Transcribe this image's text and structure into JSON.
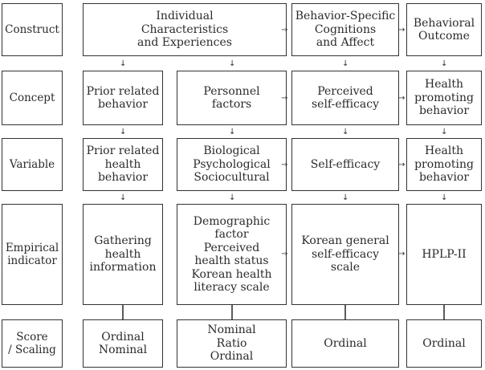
{
  "rows": {
    "construct": "Construct",
    "concept": "Concept",
    "variable": "Variable",
    "empirical": "Empirical\nindicator",
    "score": "Score\n/ Scaling"
  },
  "construct": {
    "individual": "Individual\nCharacteristics\nand Experiences",
    "cognition": "Behavior-Specific\nCognitions\nand Affect",
    "outcome": "Behavioral\nOutcome"
  },
  "concept": {
    "prior": "Prior related\nbehavior",
    "personnel": "Personnel\nfactors",
    "efficacy": "Perceived\nself-efficacy",
    "health": "Health\npromoting\nbehavior"
  },
  "variable": {
    "prior": "Prior related\nhealth\nbehavior",
    "bio": "Biological\nPsychological\nSociocultural",
    "efficacy": "Self-efficacy",
    "health": "Health\npromoting\nbehavior"
  },
  "empirical": {
    "gathering": "Gathering\nhealth\ninformation",
    "demo": "Demographic\nfactor\nPerceived\nhealth status\nKorean health\nliteracy scale",
    "korean": "Korean general\nself-efficacy\nscale",
    "hplp": "HPLP-II"
  },
  "score": {
    "gathering": "Ordinal\nNominal",
    "demo": "Nominal\nRatio\nOrdinal",
    "korean": "Ordinal",
    "hplp": "Ordinal"
  },
  "arrow_glyphs": {
    "down": "↓",
    "right": "→"
  }
}
